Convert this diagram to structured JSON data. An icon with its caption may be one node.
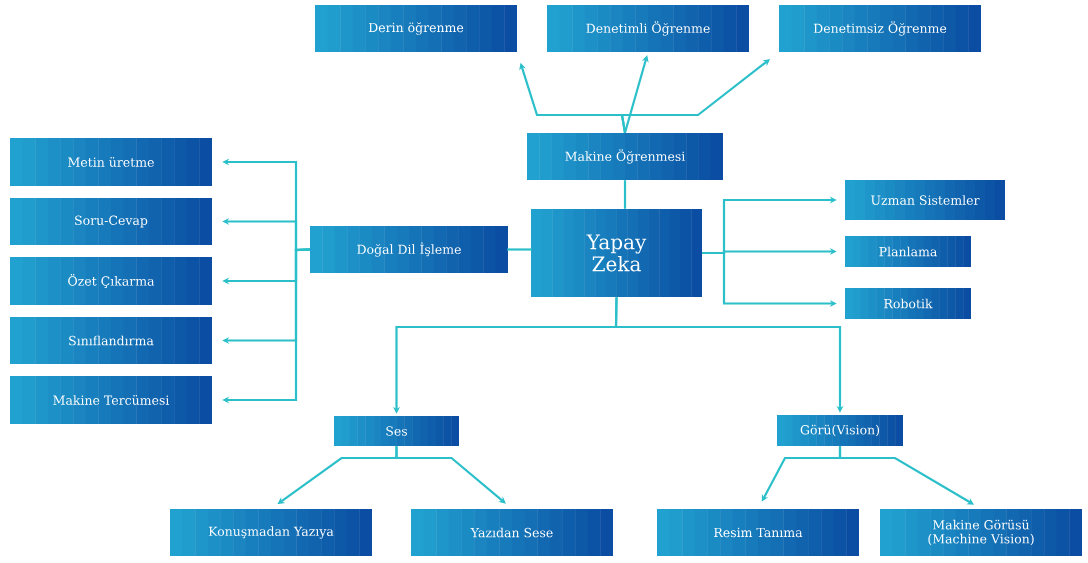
{
  "diagram": {
    "nodes": [
      {
        "text": [
          "Derin öğrenme"
        ]
      },
      {
        "text": [
          "Denetimli Öğrenme"
        ]
      },
      {
        "text": [
          "Denetimsiz Öğrenme"
        ]
      },
      {
        "text": [
          "Makine Öğrenmesi"
        ]
      },
      {
        "text": [
          "Metin üretme"
        ]
      },
      {
        "text": [
          "Uzman Sistemler"
        ]
      },
      {
        "text": [
          "Soru-Cevap"
        ]
      },
      {
        "text": [
          "Yapay Zeka"
        ]
      },
      {
        "text": [
          "Doğal Dil İşleme"
        ]
      },
      {
        "text": [
          "Planlama"
        ]
      },
      {
        "text": [
          "Özet Çıkarma"
        ]
      },
      {
        "text": [
          "Robotik"
        ]
      },
      {
        "text": [
          "Sınıflandırma"
        ]
      },
      {
        "text": [
          "Makine Tercümesi"
        ]
      },
      {
        "text": [
          "Ses"
        ]
      },
      {
        "text": [
          "Görü(Vision)"
        ]
      },
      {
        "text": [
          "Konuşmadan Yazıya"
        ]
      },
      {
        "text": [
          "Yazıdan Sese"
        ]
      },
      {
        "text": [
          "Resim Tanıma"
        ]
      },
      {
        "text": [
          "Makine Görüsü (Machine Vision)"
        ]
      }
    ],
    "edges": [
      {
        "from": 3,
        "to": 0,
        "arrow": "to"
      },
      {
        "from": 3,
        "to": 1,
        "arrow": "to"
      },
      {
        "from": 3,
        "to": 2,
        "arrow": "to"
      },
      {
        "from": 7,
        "to": 3,
        "arrow": "none"
      },
      {
        "from": 8,
        "to": 7,
        "arrow": "none"
      },
      {
        "from": 8,
        "to": 4,
        "arrow": "to"
      },
      {
        "from": 8,
        "to": 6,
        "arrow": "to"
      },
      {
        "from": 8,
        "to": 10,
        "arrow": "to"
      },
      {
        "from": 8,
        "to": 12,
        "arrow": "to"
      },
      {
        "from": 8,
        "to": 13,
        "arrow": "to"
      },
      {
        "from": 7,
        "to": 5,
        "arrow": "to"
      },
      {
        "from": 7,
        "to": 9,
        "arrow": "to"
      },
      {
        "from": 7,
        "to": 11,
        "arrow": "to"
      },
      {
        "from": 7,
        "to": 14,
        "arrow": "to"
      },
      {
        "from": 7,
        "to": 15,
        "arrow": "to"
      },
      {
        "from": 14,
        "to": 16,
        "arrow": "to"
      },
      {
        "from": 14,
        "to": 17,
        "arrow": "to"
      },
      {
        "from": 15,
        "to": 18,
        "arrow": "to"
      },
      {
        "from": 15,
        "to": 19,
        "arrow": "to"
      }
    ]
  }
}
